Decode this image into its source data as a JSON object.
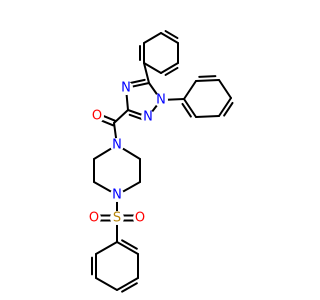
{
  "molecule": {
    "colors": {
      "bond": "#000000",
      "N": "#0000ff",
      "O": "#ff0000",
      "S": "#b8860b"
    },
    "atoms": {
      "N_ring1": "N",
      "N_ring2": "N",
      "N_ring3": "N",
      "O_carbonyl": "O",
      "N_pip1": "N",
      "N_pip2": "N",
      "S_sulfonyl": "S",
      "O_s1": "O",
      "O_s2": "O"
    }
  }
}
